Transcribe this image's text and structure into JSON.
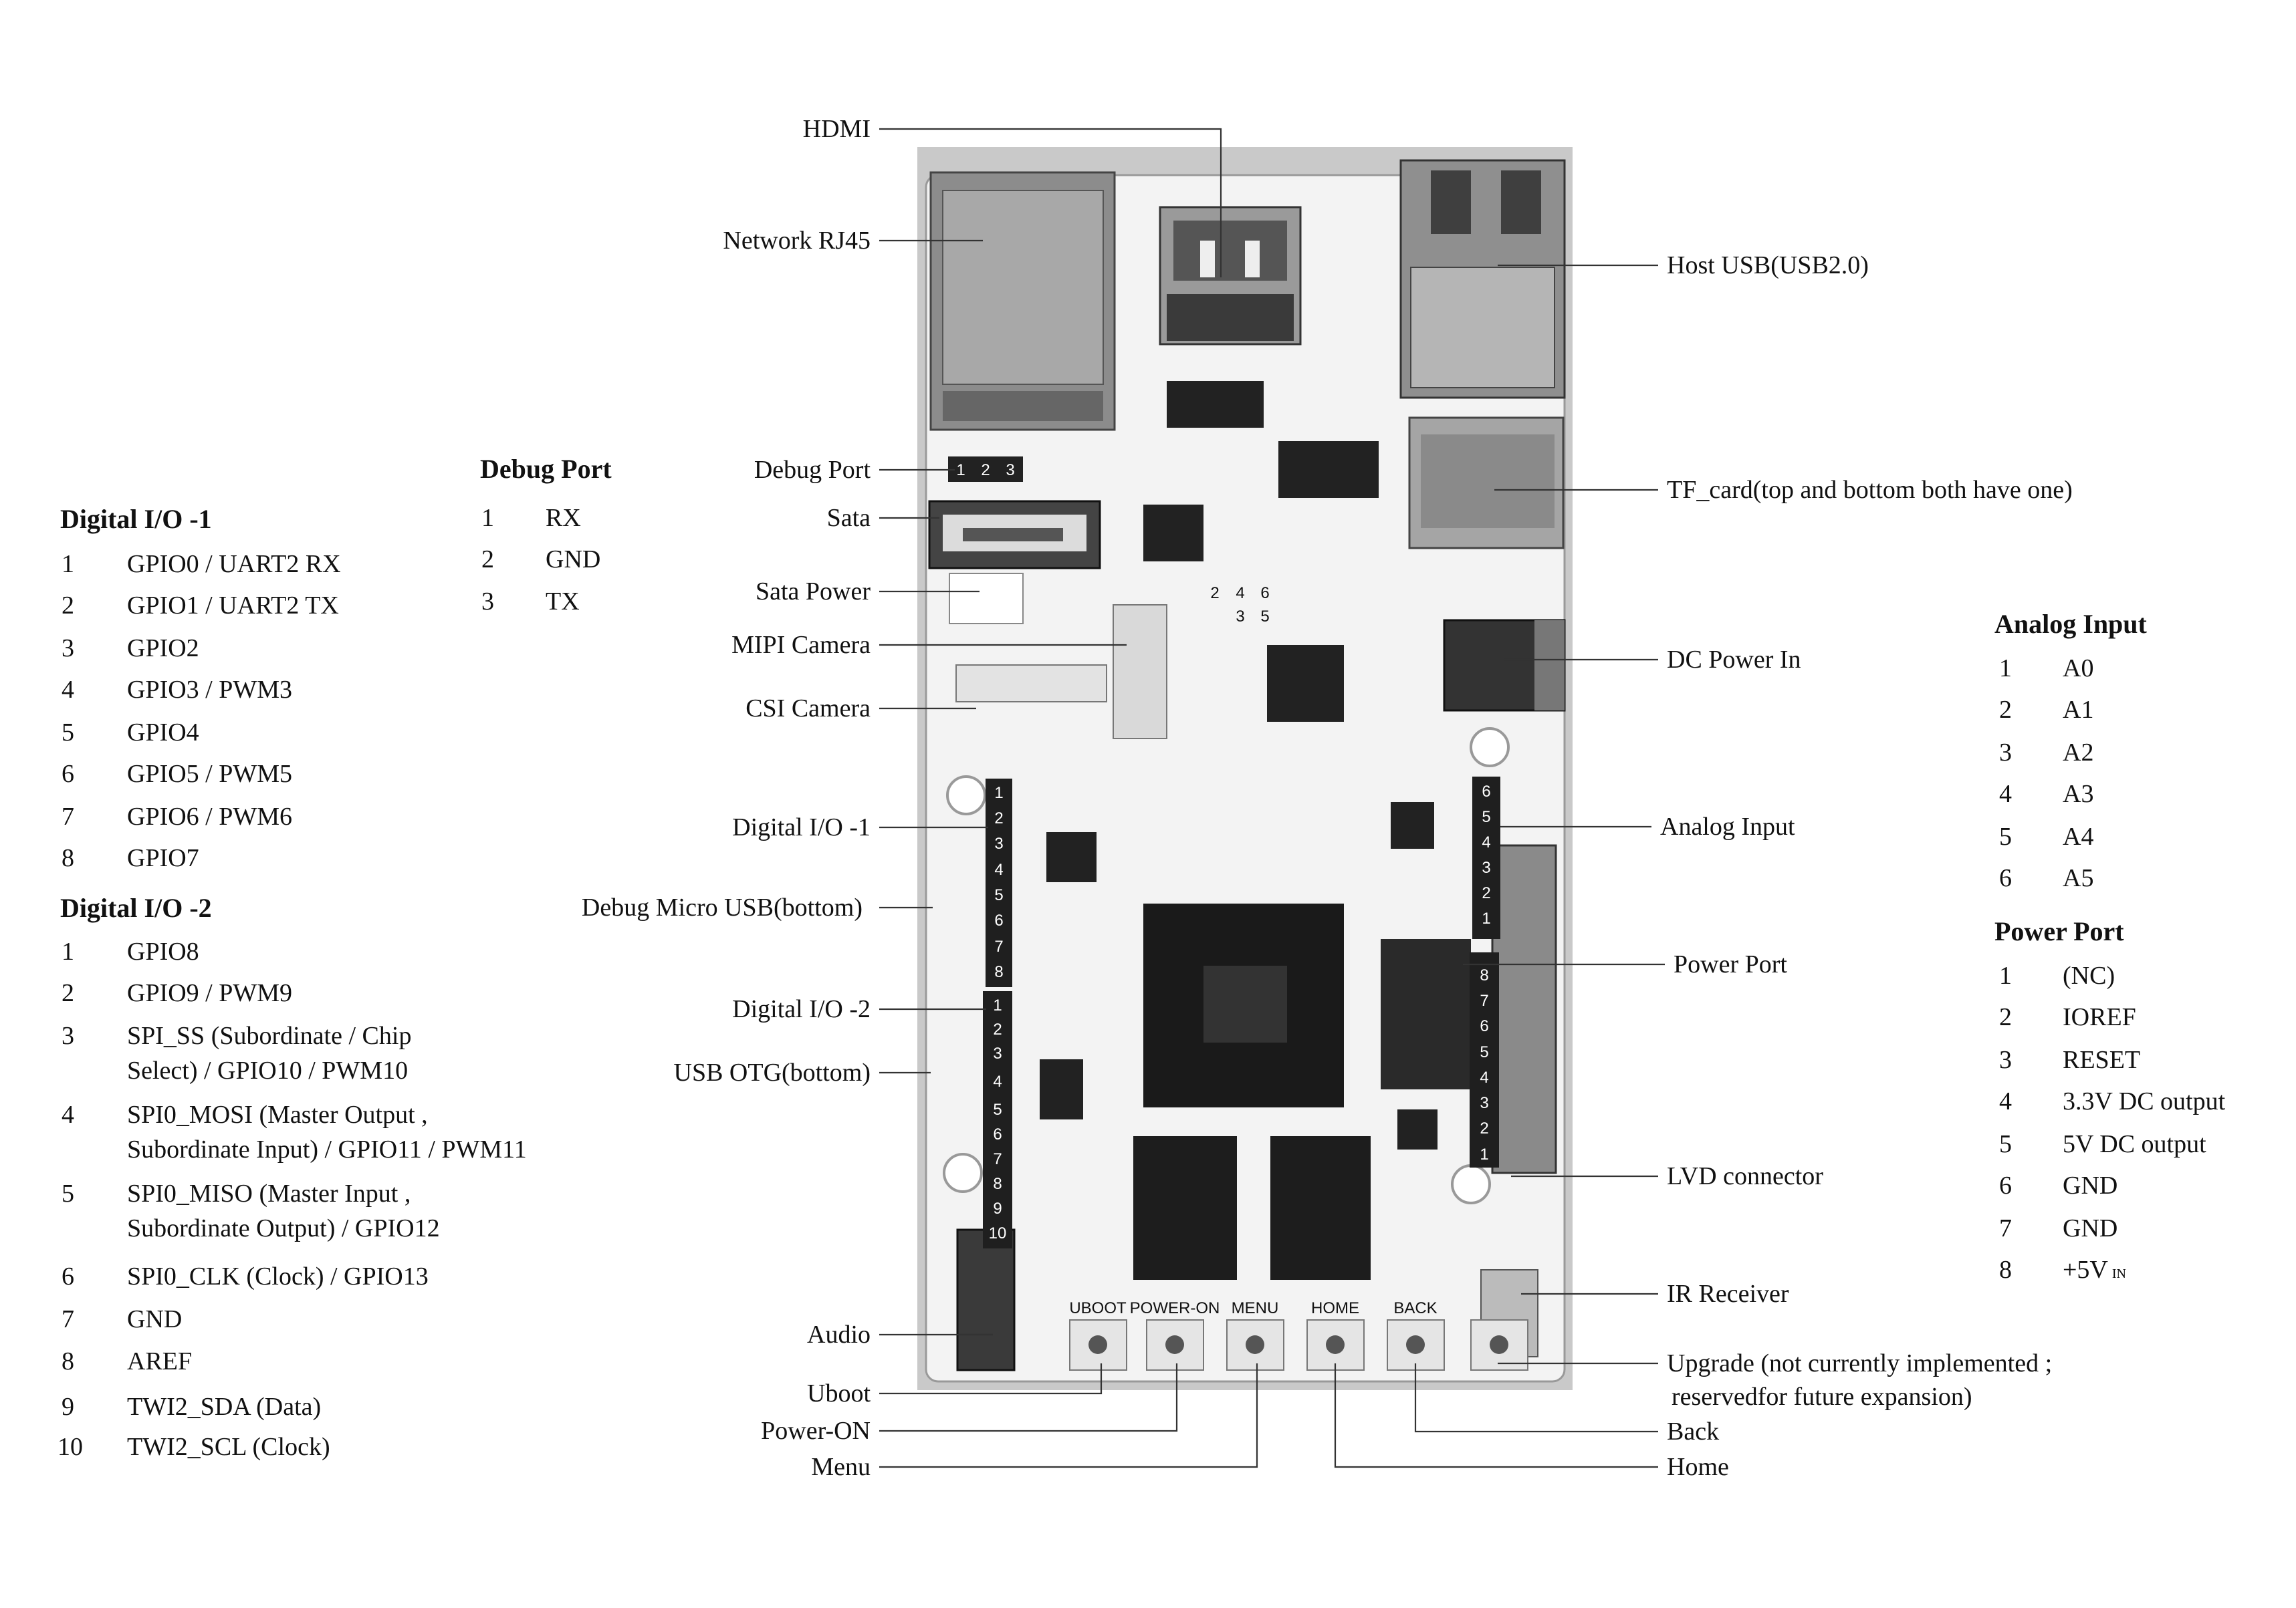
{
  "tables": {
    "debug_port": {
      "title": "Debug Port",
      "rows": [
        {
          "num": "1",
          "label": "RX"
        },
        {
          "num": "2",
          "label": "GND"
        },
        {
          "num": "3",
          "label": "TX"
        }
      ]
    },
    "digital_io_1": {
      "title": "Digital I/O -1",
      "rows": [
        {
          "num": "1",
          "label": "GPIO0 / UART2 RX"
        },
        {
          "num": "2",
          "label": "GPIO1 / UART2 TX"
        },
        {
          "num": "3",
          "label": "GPIO2"
        },
        {
          "num": "4",
          "label": "GPIO3 / PWM3"
        },
        {
          "num": "5",
          "label": "GPIO4"
        },
        {
          "num": "6",
          "label": "GPIO5 / PWM5"
        },
        {
          "num": "7",
          "label": "GPIO6 / PWM6"
        },
        {
          "num": "8",
          "label": "GPIO7"
        }
      ]
    },
    "digital_io_2": {
      "title": "Digital I/O -2",
      "rows": [
        {
          "num": "1",
          "lines": [
            "GPIO8"
          ]
        },
        {
          "num": "2",
          "lines": [
            "GPIO9 / PWM9"
          ]
        },
        {
          "num": "3",
          "lines": [
            "SPI_SS (Subordinate / Chip",
            "Select) / GPIO10 / PWM10"
          ]
        },
        {
          "num": "4",
          "lines": [
            "SPI0_MOSI (Master Output ,",
            "Subordinate Input) / GPIO11 / PWM11"
          ]
        },
        {
          "num": "5",
          "lines": [
            "SPI0_MISO (Master Input ,",
            "Subordinate Output) / GPIO12"
          ]
        },
        {
          "num": "6",
          "lines": [
            "SPI0_CLK (Clock) / GPIO13"
          ]
        },
        {
          "num": "7",
          "lines": [
            "GND"
          ]
        },
        {
          "num": "8",
          "lines": [
            "AREF"
          ]
        },
        {
          "num": "9",
          "lines": [
            "TWI2_SDA (Data)"
          ]
        },
        {
          "num": "10",
          "lines": [
            "TWI2_SCL (Clock)"
          ]
        }
      ]
    },
    "analog_input": {
      "title": "Analog Input",
      "rows": [
        {
          "num": "1",
          "label": "A0"
        },
        {
          "num": "2",
          "label": "A1"
        },
        {
          "num": "3",
          "label": "A2"
        },
        {
          "num": "4",
          "label": "A3"
        },
        {
          "num": "5",
          "label": "A4"
        },
        {
          "num": "6",
          "label": "A5"
        }
      ]
    },
    "power_port": {
      "title": "Power Port",
      "rows": [
        {
          "num": "1",
          "label": "(NC)",
          "sub": ""
        },
        {
          "num": "2",
          "label": "IOREF",
          "sub": ""
        },
        {
          "num": "3",
          "label": "RESET",
          "sub": ""
        },
        {
          "num": "4",
          "label": "3.3V DC output",
          "sub": ""
        },
        {
          "num": "5",
          "label": "5V DC output",
          "sub": ""
        },
        {
          "num": "6",
          "label": "GND",
          "sub": ""
        },
        {
          "num": "7",
          "label": "GND",
          "sub": ""
        },
        {
          "num": "8",
          "label": "+5V",
          "sub": "IN"
        }
      ]
    }
  },
  "callouts_left": [
    "HDMI",
    "Network RJ45",
    "Debug Port",
    "Sata",
    "Sata Power",
    "MIPI Camera",
    "CSI Camera",
    "Digital I/O -1",
    "Debug Micro USB(bottom)",
    "Digital I/O -2",
    "USB OTG(bottom)",
    "Audio",
    "Uboot",
    "Power-ON",
    "Menu"
  ],
  "callouts_right": [
    "Host USB(USB2.0)",
    "TF_card(top and bottom both have one)",
    "DC Power In",
    "Analog Input",
    "Power Port",
    "LVD connector",
    "IR Receiver",
    "Upgrade (not currently implemented ;",
    "reservedfor future expansion)",
    "Back",
    "Home"
  ],
  "board_pin_labels": {
    "debug": [
      "1",
      "2",
      "3"
    ],
    "digital_io_1": [
      "1",
      "2",
      "3",
      "4",
      "5",
      "6",
      "7",
      "8"
    ],
    "digital_io_2": [
      "1",
      "2",
      "3",
      "4",
      "5",
      "6",
      "7",
      "8",
      "9",
      "10"
    ],
    "analog": [
      "6",
      "5",
      "4",
      "3",
      "2",
      "1"
    ],
    "power": [
      "8",
      "7",
      "6",
      "5",
      "4",
      "3",
      "2",
      "1"
    ]
  },
  "board_silkscreen": {
    "buttons": [
      "UBOOT",
      "POWER-ON",
      "MENU",
      "HOME",
      "BACK",
      ""
    ],
    "leds": [
      "2",
      "4",
      "6",
      "3",
      "5"
    ]
  }
}
